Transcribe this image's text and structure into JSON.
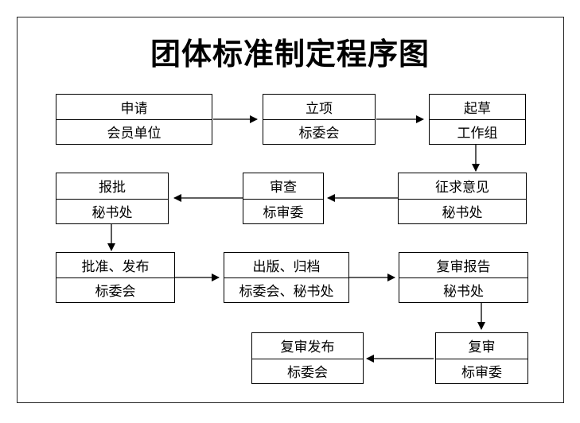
{
  "title": "团体标准制定程序图",
  "nodes": {
    "apply": {
      "top": "申请",
      "bottom": "会员单位"
    },
    "approve": {
      "top": "立项",
      "bottom": "标委会"
    },
    "draft": {
      "top": "起草",
      "bottom": "工作组"
    },
    "comments": {
      "top": "征求意见",
      "bottom": "秘书处"
    },
    "review": {
      "top": "审查",
      "bottom": "标审委"
    },
    "submit": {
      "top": "报批",
      "bottom": "秘书处"
    },
    "ratify": {
      "top": "批准、发布",
      "bottom": "标委会"
    },
    "publish": {
      "top": "出版、归档",
      "bottom": "标委会、秘书处"
    },
    "rereport": {
      "top": "复审报告",
      "bottom": "秘书处"
    },
    "reexamine": {
      "top": "复审",
      "bottom": "标审委"
    },
    "rerelease": {
      "top": "复审发布",
      "bottom": "标委会"
    }
  }
}
